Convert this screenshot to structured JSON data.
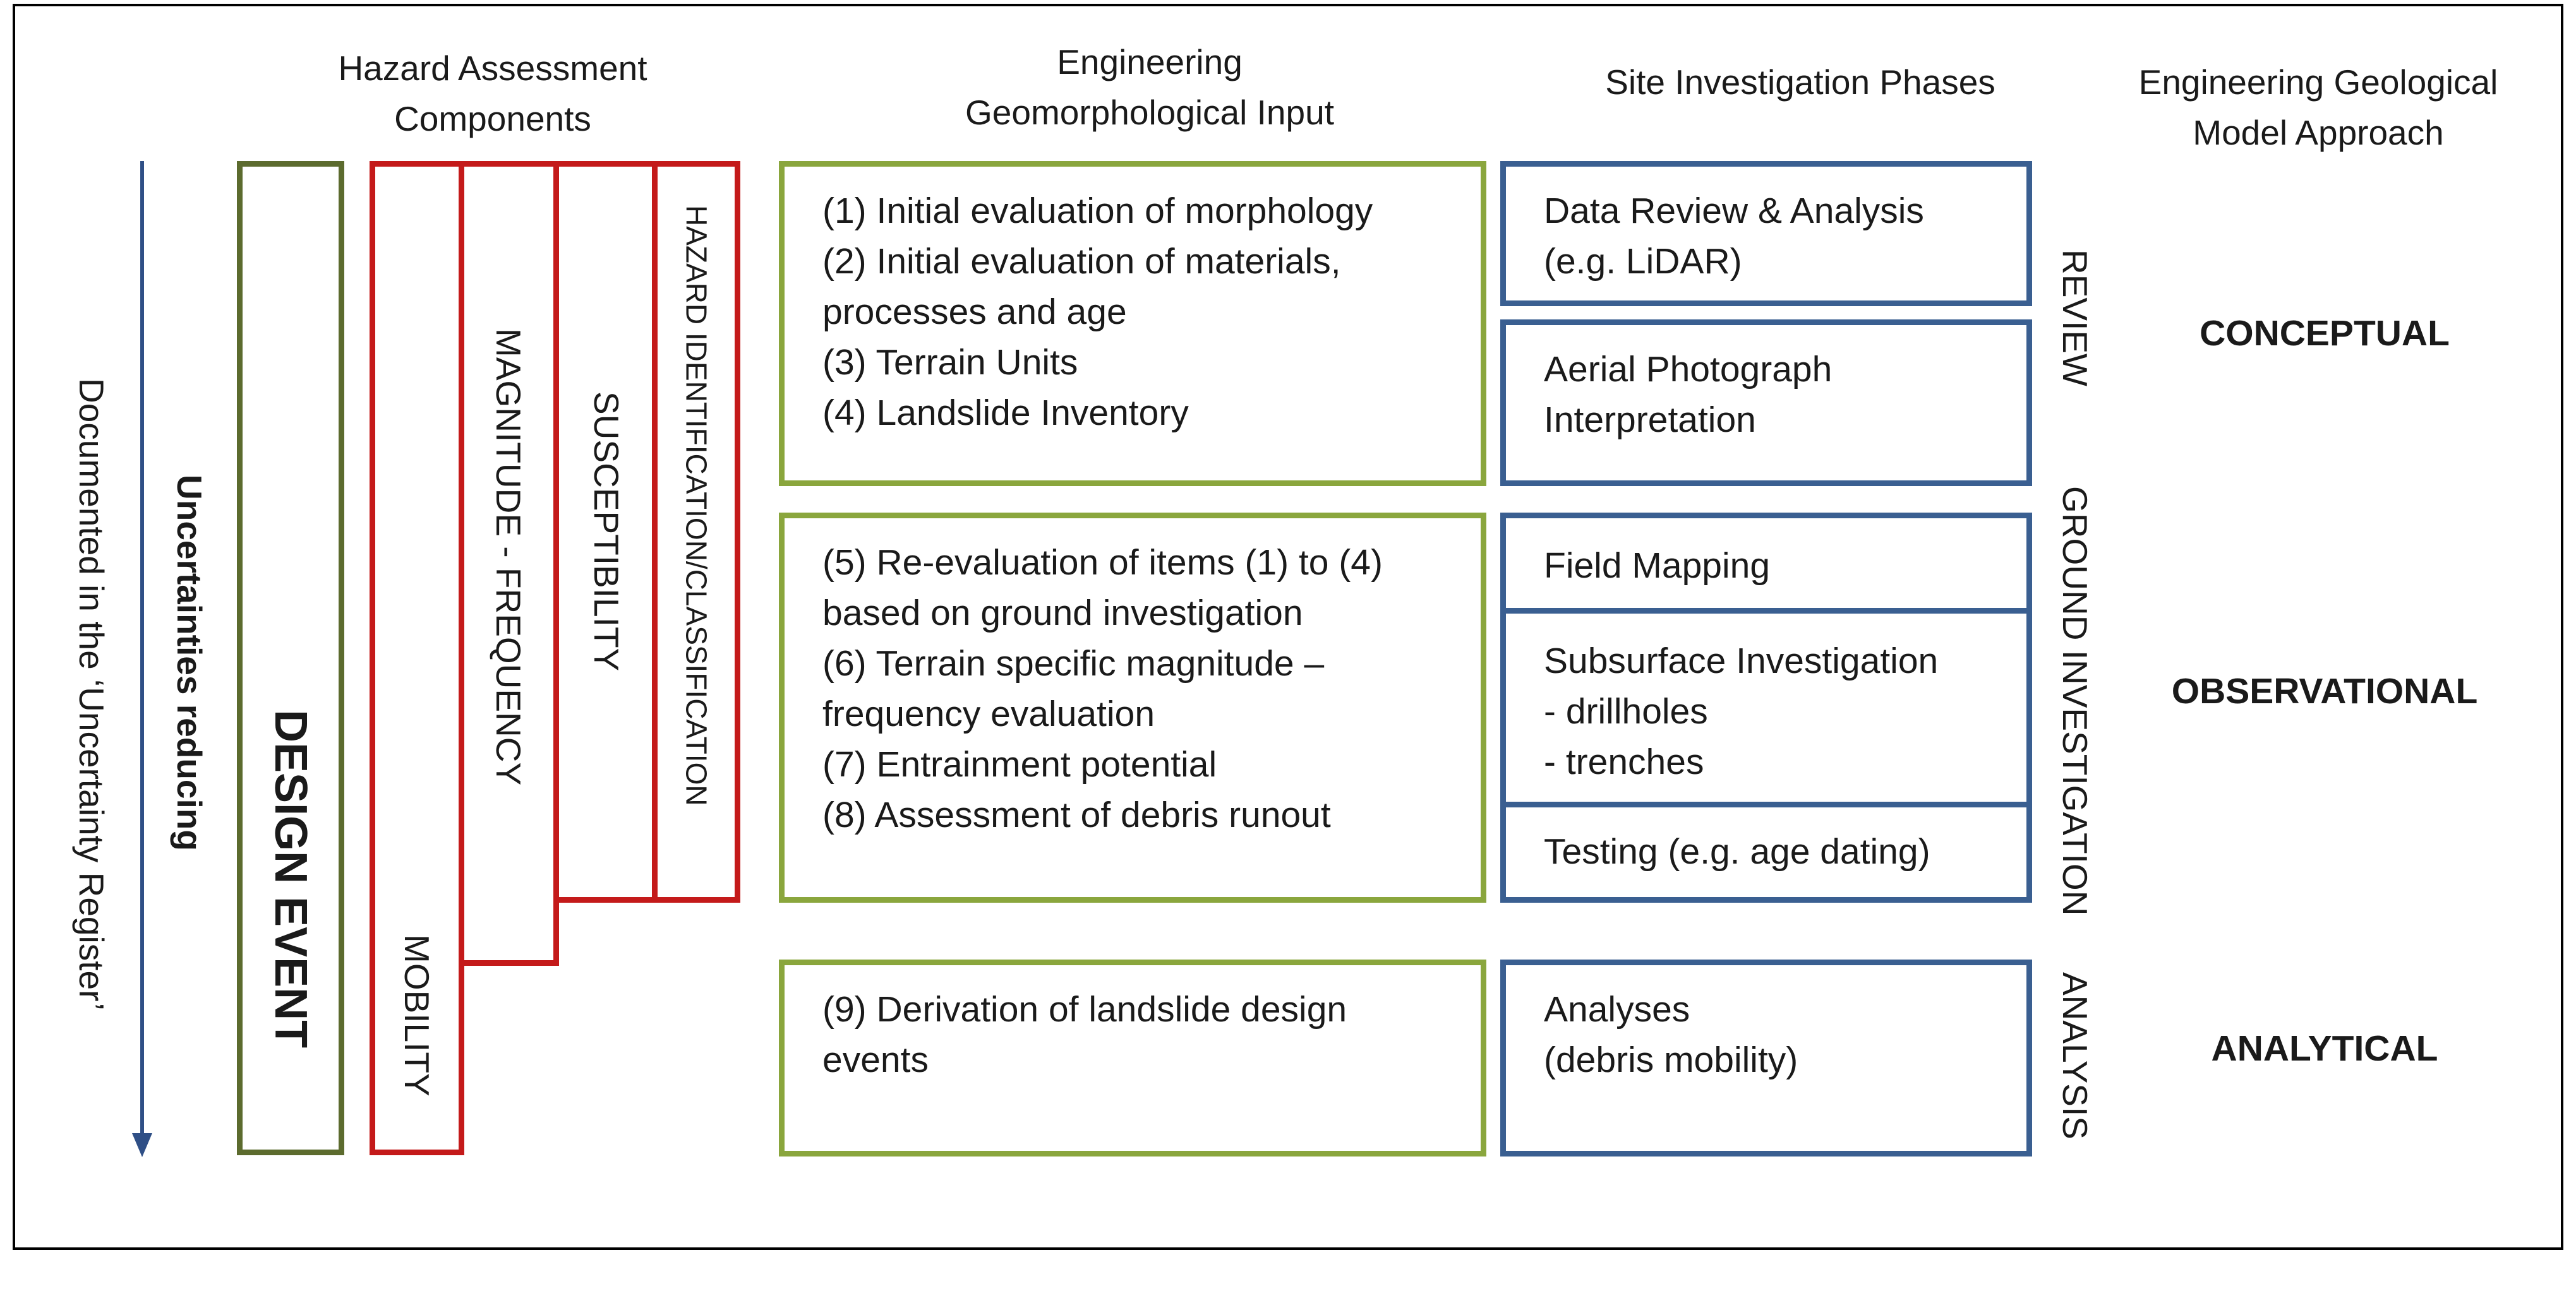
{
  "headers": {
    "hazard": "Hazard Assessment\nComponents",
    "geomorph": "Engineering\nGeomorphological Input",
    "phases": "Site Investigation Phases",
    "model": "Engineering Geological\nModel Approach"
  },
  "left_arrow": {
    "line1": "Uncertainties reducing",
    "line2": "Documented in the ‘Uncertainty Register’"
  },
  "design_event": "DESIGN EVENT",
  "hazard_components": {
    "mobility": "MOBILITY",
    "magnitude_frequency": "MAGNITUDE - FREQUENCY",
    "susceptibility": "SUSCEPTIBILITY",
    "identification": "HAZARD IDENTIFICATION/CLASSIFICATION"
  },
  "geomorph_boxes": [
    "(1) Initial evaluation of  morphology\n(2) Initial evaluation of materials,\nprocesses and age\n(3) Terrain Units\n(4) Landslide Inventory",
    "(5) Re-evaluation of items (1) to (4)\nbased on ground investigation\n(6) Terrain specific magnitude –\nfrequency evaluation\n(7) Entrainment potential\n(8) Assessment of debris runout",
    "(9) Derivation of landslide design\nevents"
  ],
  "phase_boxes": {
    "data_review": "Data Review & Analysis\n(e.g. LiDAR)",
    "aerial": "Aerial Photograph\nInterpretation",
    "field_mapping": "Field Mapping",
    "subsurface": "Subsurface Investigation\n- drillholes\n- trenches",
    "testing": "Testing (e.g. age dating)",
    "analyses": "Analyses\n(debris mobility)"
  },
  "phase_labels": {
    "review": "REVIEW",
    "ground": "GROUND INVESTIGATION",
    "analysis": "ANALYSIS"
  },
  "model_labels": {
    "conceptual": "CONCEPTUAL",
    "observational": "OBSERVATIONAL",
    "analytical": "ANALYTICAL"
  },
  "colors": {
    "green": "#8aa63d",
    "blue": "#3a5f91",
    "red": "#c41a1a",
    "olive": "#5c6b2e",
    "arrow": "#2f4f86"
  }
}
